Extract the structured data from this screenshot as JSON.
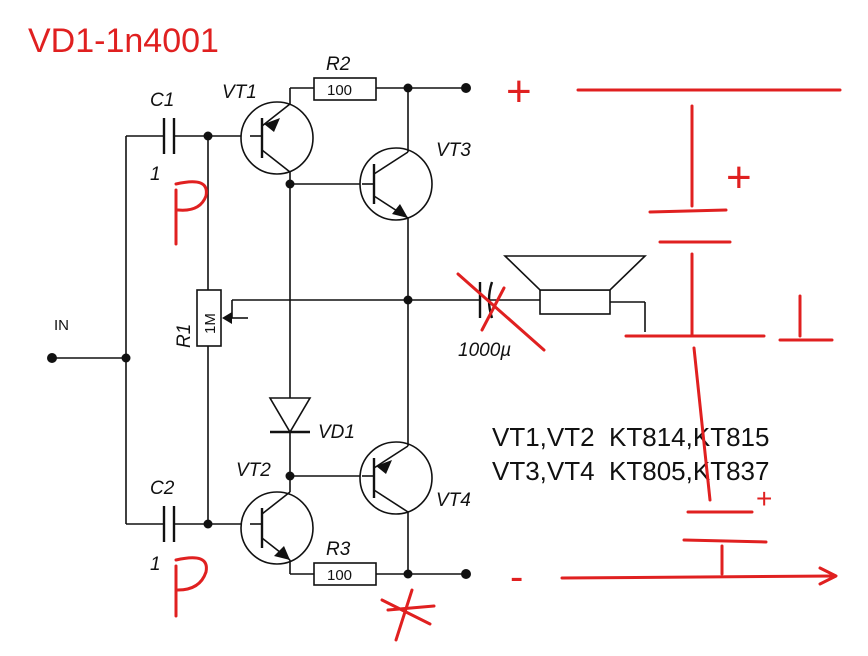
{
  "annotation_title": "VD1-1n4001",
  "labels": {
    "in": "IN",
    "c1": "C1",
    "c1_value": "1",
    "c2": "C2",
    "c2_value": "1",
    "r1": "R1",
    "r1_value": "1M",
    "r2": "R2",
    "r2_value": "100",
    "r3": "R3",
    "r3_value": "100",
    "vt1": "VT1",
    "vt2": "VT2",
    "vt3": "VT3",
    "vt4": "VT4",
    "vd1": "VD1",
    "cap_out": "1000µ"
  },
  "parts_list": [
    "VT1,VT2  KT814,KT815",
    "VT3,VT4  KT805,KT837"
  ],
  "handwritten": {
    "p_top": "P",
    "p_bottom": "P",
    "plus_rail": "+",
    "plus_battery": "+",
    "plus_small": "+",
    "minus_rail": "-",
    "ground": "⊥"
  },
  "colors": {
    "ink": "#111111",
    "annotation": "#e02020"
  }
}
